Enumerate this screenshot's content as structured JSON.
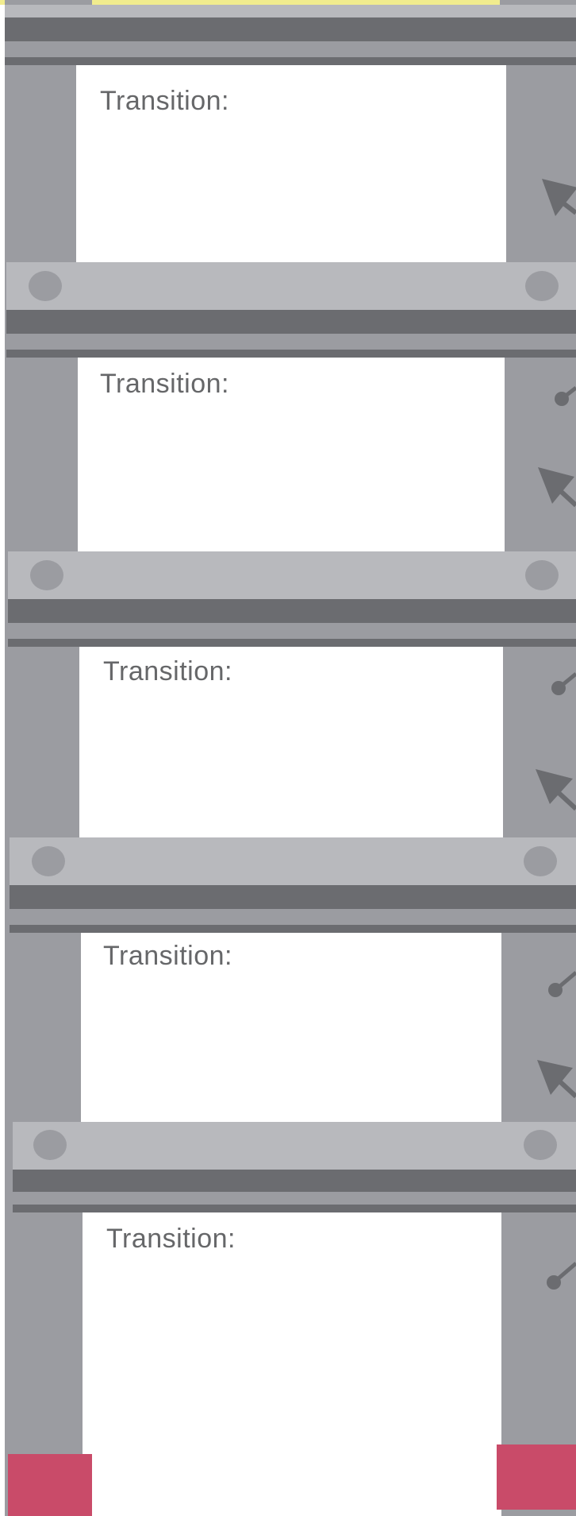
{
  "ladder": {
    "steps": [
      {
        "label": "Transition:"
      },
      {
        "label": "Transition:"
      },
      {
        "label": "Transition:"
      },
      {
        "label": "Transition:"
      },
      {
        "label": "Transition:"
      }
    ]
  },
  "colors": {
    "rail": "#9b9ca1",
    "rung_light": "#b8b9bd",
    "rung_dark": "#6b6c70",
    "foot": "#c94b69",
    "top_edge": "#f1ec8e",
    "label": "#666769"
  },
  "icons": [
    "arrow-up-left-icon",
    "connector-dot-icon"
  ]
}
